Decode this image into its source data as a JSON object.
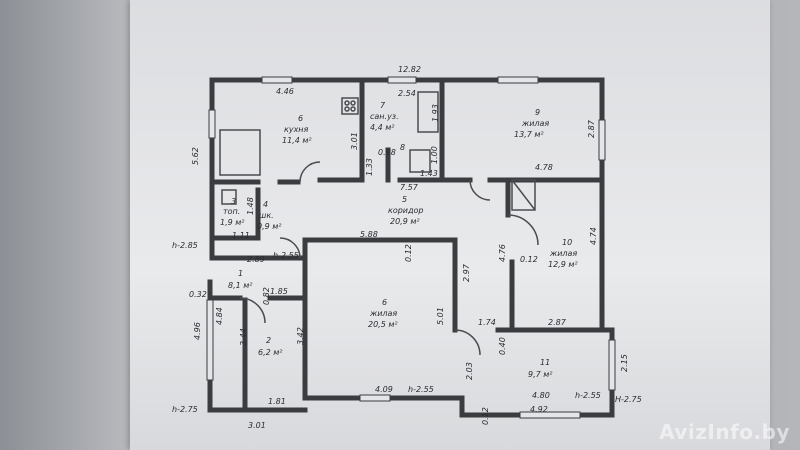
{
  "plan": {
    "overall": {
      "top_width": "12.82",
      "bottom_width": "3.01",
      "left_height": "5.62"
    },
    "rooms": [
      {
        "number": "6",
        "name": "кухня",
        "area": "11,4 м²"
      },
      {
        "number": "7",
        "name": "сан.уз.",
        "area": "4,4 м²"
      },
      {
        "number": "8",
        "name": "",
        "area": ""
      },
      {
        "number": "9",
        "name": "жилая",
        "area": "13,7 м²"
      },
      {
        "number": "3",
        "name": "топ.",
        "area": "1,9 м²"
      },
      {
        "number": "4",
        "name": "шк.",
        "area": "0,9 м²"
      },
      {
        "number": "5",
        "name": "коридор",
        "area": "20,9 м²"
      },
      {
        "number": "10",
        "name": "жилая",
        "area": "12,9 м²"
      },
      {
        "number": "1",
        "name": "",
        "area": "8,1 м²"
      },
      {
        "number": "2",
        "name": "",
        "area": "6,2 м²"
      },
      {
        "number": "6",
        "name": "жилая",
        "area": "20,5 м²"
      },
      {
        "number": "11",
        "name": "",
        "area": "9,7 м²"
      }
    ],
    "dimensions": [
      "4.46",
      "2.54",
      "3.01",
      "1.93",
      "0.98",
      "1.00",
      "1.33",
      "1.43",
      "2.87",
      "4.78",
      "7.57",
      "1.48",
      "1.11",
      "5.88",
      "0.12",
      "4.76",
      "2.97",
      "0.12",
      "4.74",
      "2.89",
      "1.85",
      "0.82",
      "3.42",
      "3.44",
      "4.84",
      "0.32",
      "5.01",
      "1.74",
      "2.87",
      "0.40",
      "2.03",
      "4.09",
      "1.81",
      "4.80",
      "4.92",
      "2.15",
      "0.12",
      "4.96"
    ],
    "heights": {
      "h1": "h-2.85",
      "h2": "h-2.55",
      "h3": "h-2.75",
      "h4": "h-2.55",
      "h5": "h-2.55",
      "h6": "H-2.75"
    }
  },
  "watermark": "AvizInfo.by"
}
